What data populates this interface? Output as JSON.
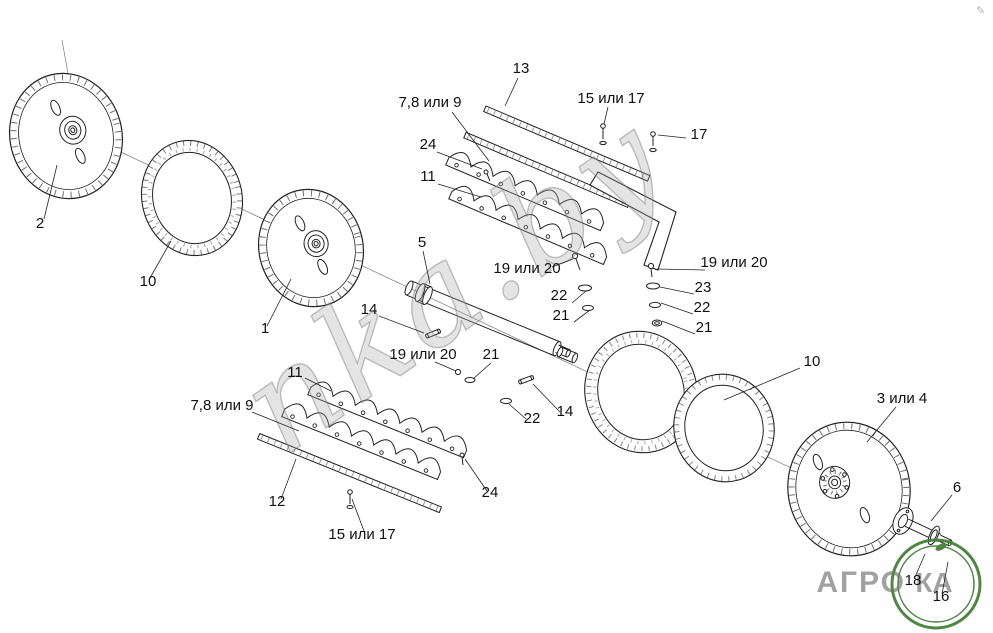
{
  "watermark": "nka.by",
  "logo": {
    "text": "АГРО",
    "circle_text": "КА",
    "green": "#3f7d35",
    "gray": "#9a9a9a"
  },
  "icons": {
    "corner": "✎"
  },
  "callouts": [
    "13",
    "7,8 или 9",
    "15 или 17",
    "17",
    "24",
    "11",
    "5",
    "19 или 20",
    "19 или 20",
    "23",
    "22",
    "22",
    "21",
    "21",
    "14",
    "19 или 20",
    "21",
    "10",
    "2",
    "10",
    "1",
    "11",
    "7,8 или 9",
    "22",
    "14",
    "3 или 4",
    "12",
    "24",
    "15 или 17",
    "6",
    "18",
    "16"
  ]
}
